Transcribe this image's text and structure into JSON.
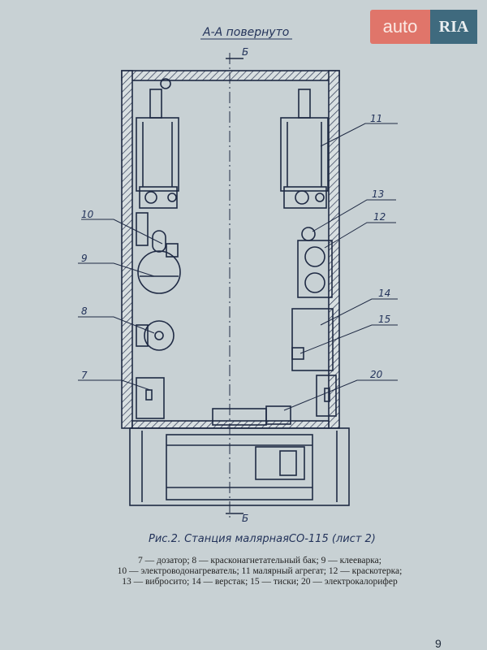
{
  "watermark": {
    "part1": "auto",
    "part2": "RIA"
  },
  "section_title": "А-А повернуто",
  "section_marks": {
    "top": "Б",
    "bottom": "Б"
  },
  "callouts": {
    "n7": "7",
    "n8": "8",
    "n9": "9",
    "n10": "10",
    "n11": "11",
    "n12": "12",
    "n13": "13",
    "n14": "14",
    "n15": "15",
    "n20": "20"
  },
  "caption": "Рис.2. Станция малярнаяСО-115 (лист 2)",
  "legend": [
    "7 — дозатор; 8 — красконагнетательный бак; 9 — клееварка;",
    "10 — электроводонагреватель; 11 малярный агрегат; 12 — краскотерка;",
    "13 — вибросито; 14 — верстак; 15 — тиски; 20 — электрокалорифер"
  ],
  "page_number": "9"
}
